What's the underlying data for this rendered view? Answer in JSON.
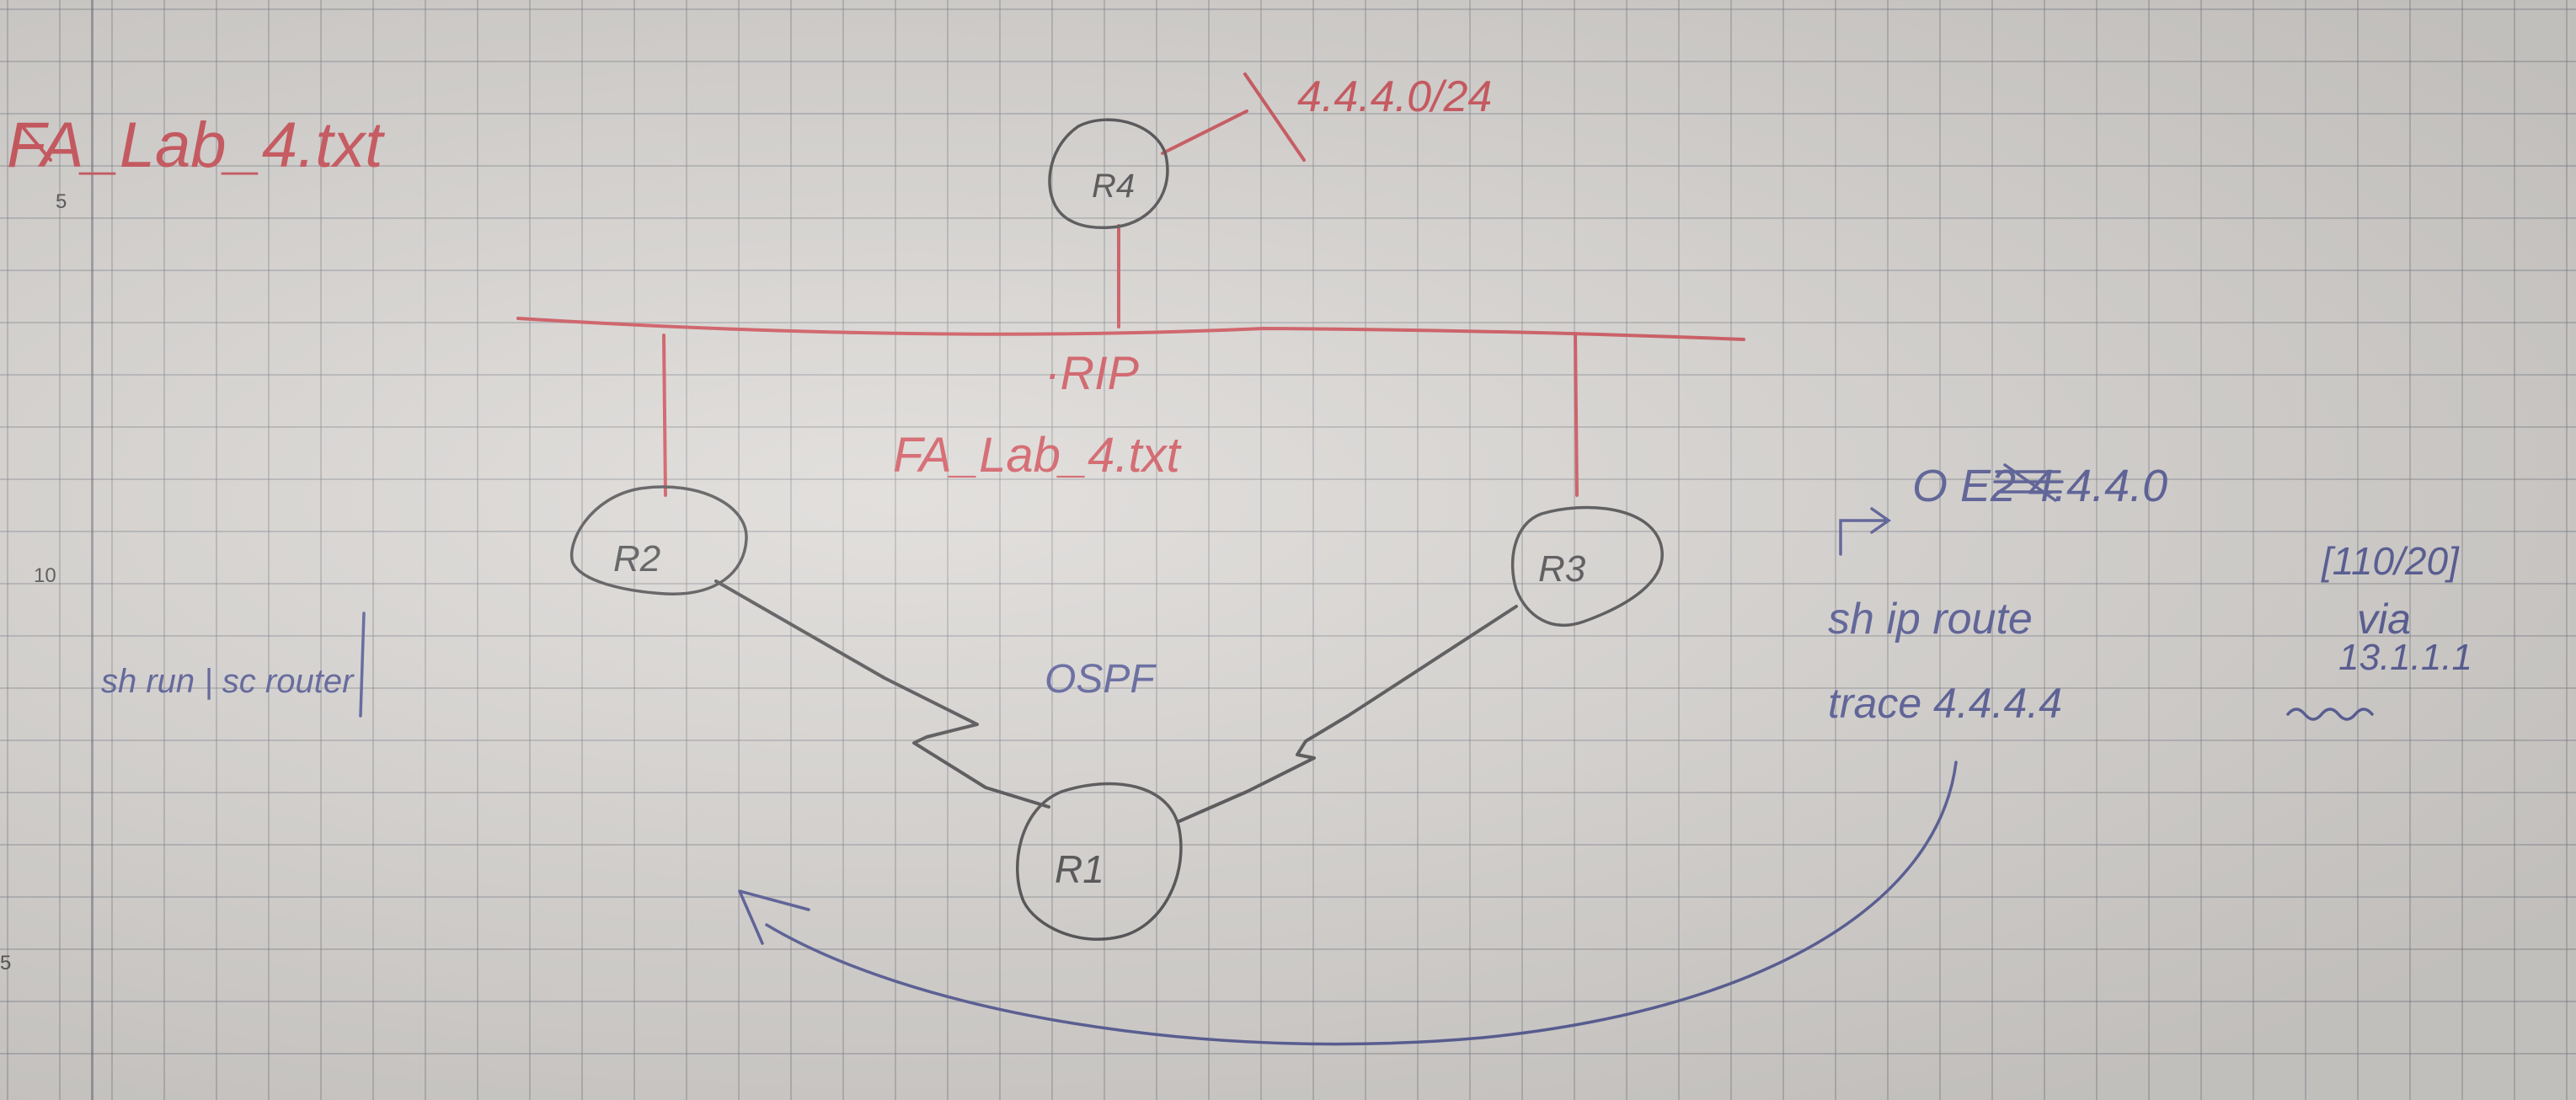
{
  "page": {
    "margin_numbers": [
      "5",
      "10",
      "5"
    ]
  },
  "colors": {
    "red_ink": "#d0545c",
    "blue_ink": "#5a5f9a",
    "pencil": "#505052"
  },
  "notes": {
    "file_title": "FA_Lab_4.txt",
    "network_label": "4.4.4.0/24",
    "rip_label": "·RIP",
    "rip_file": "FA_Lab_4.txt",
    "ospf_label": "OSPF",
    "show_run": "sh run | sc router",
    "route_entry": "O E2 4.4.4.0",
    "route_metric": "[110/20]",
    "show_ip_route": "sh ip route",
    "via_word": "via",
    "via_address": "13.1.1.1",
    "trace": "trace 4.4.4.4"
  },
  "routers": {
    "r1": "R1",
    "r2": "R2",
    "r3": "R3",
    "r4": "R4"
  }
}
